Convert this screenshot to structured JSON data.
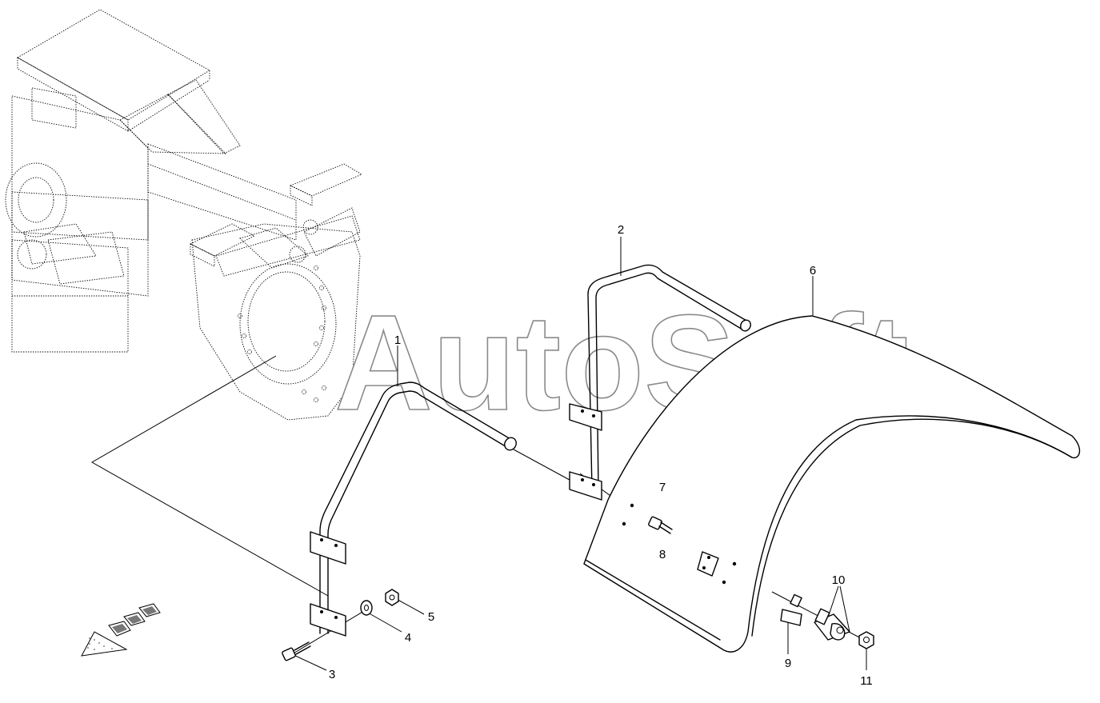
{
  "watermark": "AutoSoft",
  "callouts": {
    "c1": "1",
    "c2": "2",
    "c3": "3",
    "c4": "4",
    "c5": "5",
    "c6": "6",
    "c7": "7",
    "c8": "8",
    "c9": "9",
    "c10": "10",
    "c11": "11"
  },
  "icons": {
    "direction": "forward-direction-arrow-icon"
  }
}
